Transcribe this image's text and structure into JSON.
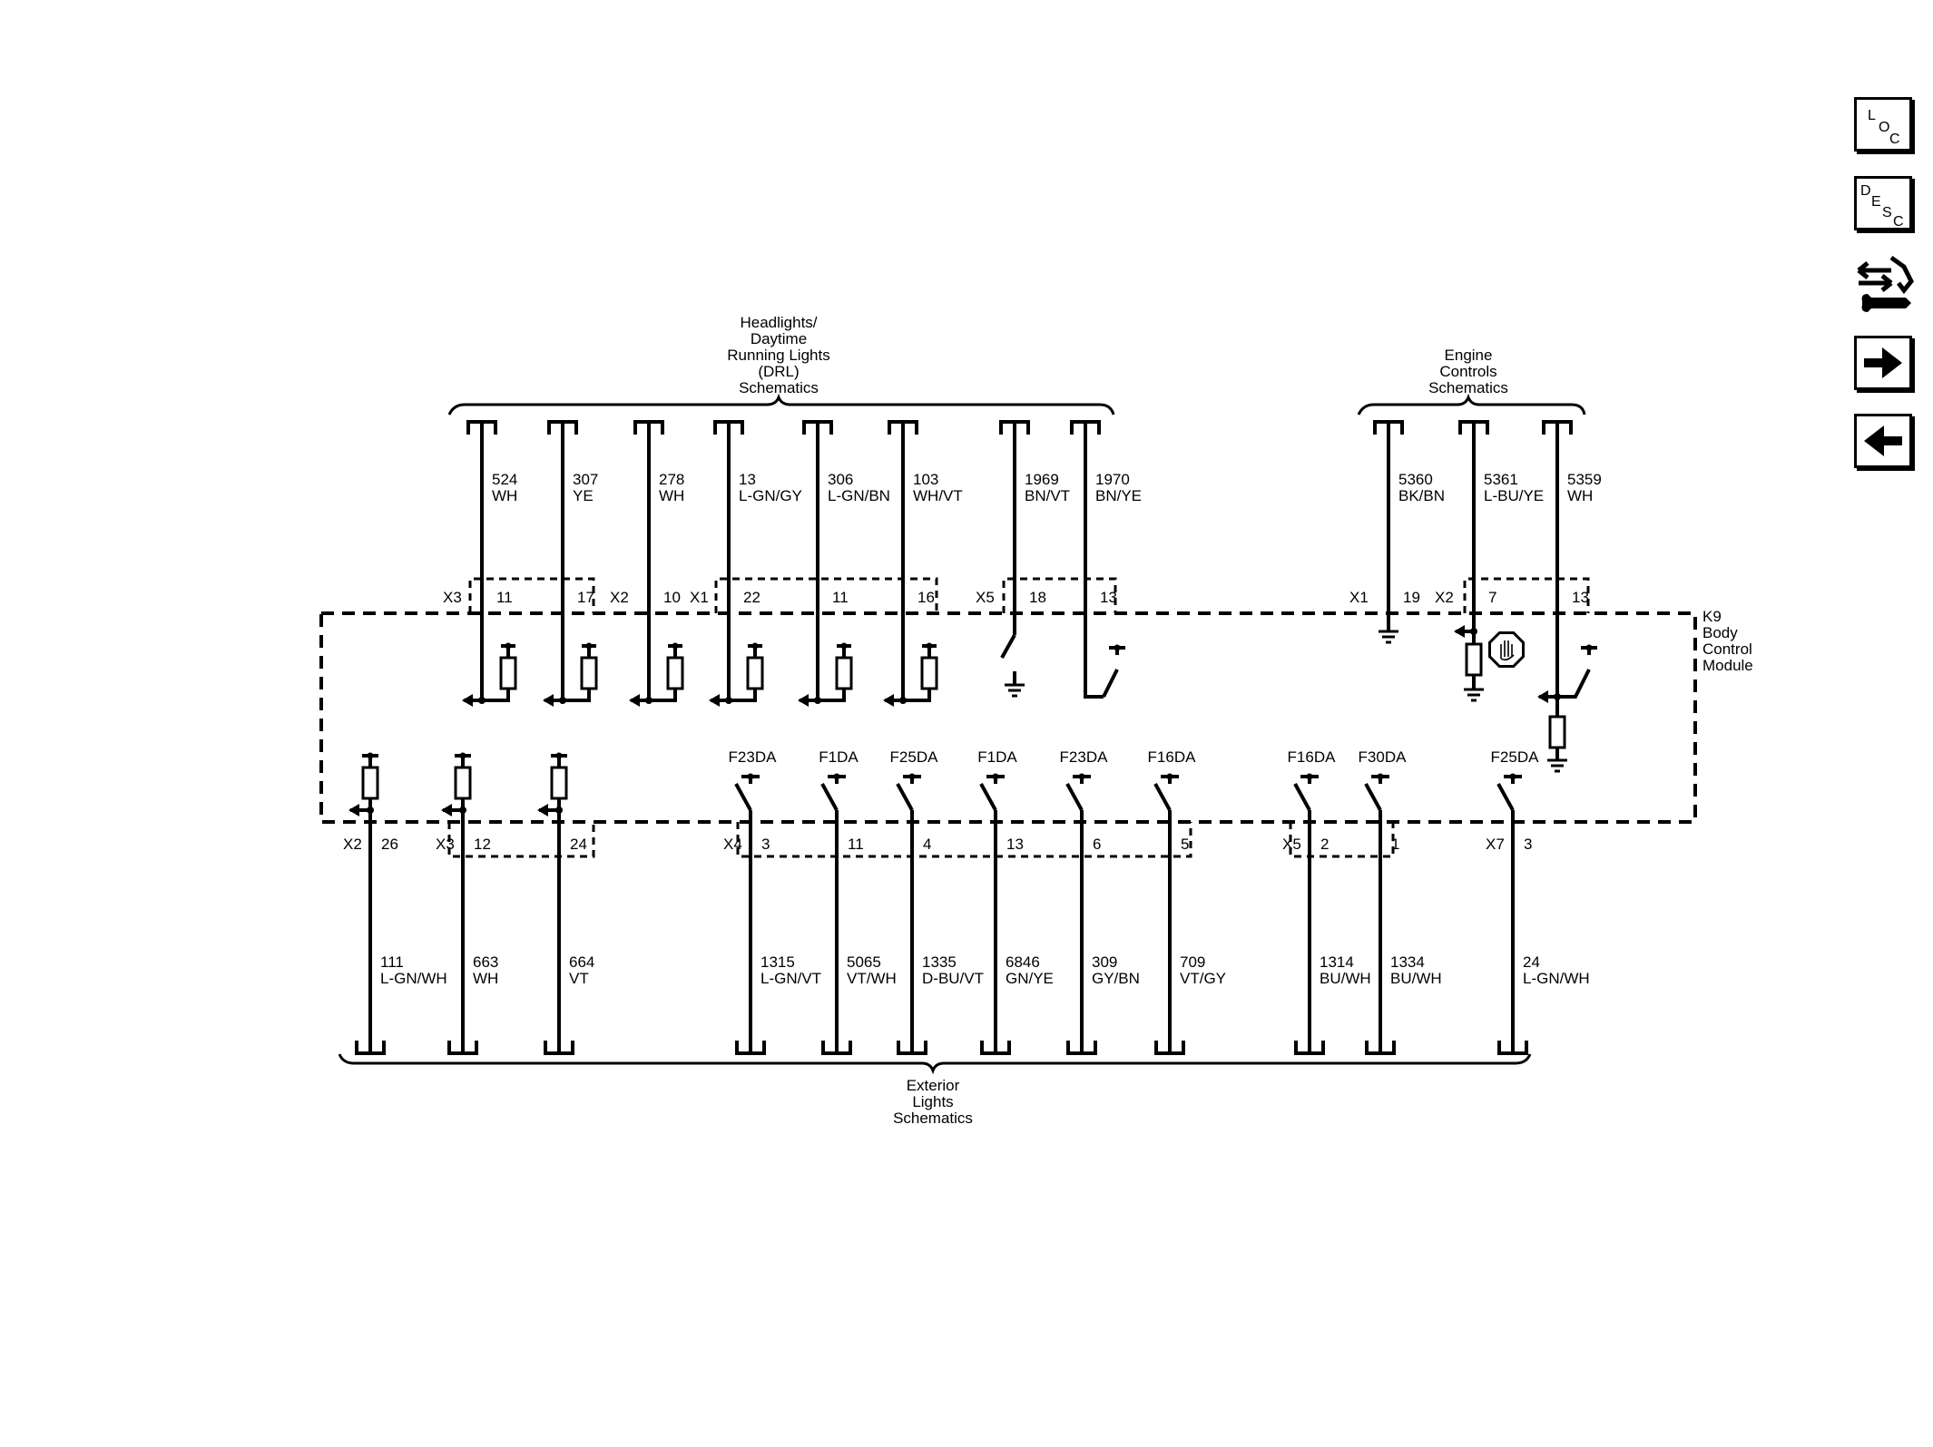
{
  "refs": {
    "top_left": [
      "Headlights/",
      "Daytime",
      "Running Lights",
      "(DRL)",
      "Schematics"
    ],
    "top_right": [
      "Engine",
      "Controls",
      "Schematics"
    ],
    "bottom": [
      "Exterior",
      "Lights",
      "Schematics"
    ]
  },
  "module": {
    "lines": [
      "K9",
      "Body",
      "Control",
      "Module"
    ]
  },
  "top_wires": [
    {
      "circuit": "524",
      "color": "WH",
      "connector": "X3",
      "pin": "11",
      "type": "input"
    },
    {
      "circuit": "307",
      "color": "YE",
      "connector": "",
      "pin": "17",
      "type": "input"
    },
    {
      "circuit": "278",
      "color": "WH",
      "connector": "X2",
      "pin": "10",
      "type": "input"
    },
    {
      "circuit": "13",
      "color": "L-GN/GY",
      "connector": "X1",
      "pin": "22",
      "type": "input"
    },
    {
      "circuit": "306",
      "color": "L-GN/BN",
      "connector": "",
      "pin": "11",
      "type": "input"
    },
    {
      "circuit": "103",
      "color": "WH/VT",
      "connector": "",
      "pin": "16",
      "type": "input"
    },
    {
      "circuit": "1969",
      "color": "BN/VT",
      "connector": "X5",
      "pin": "18",
      "type": "ground-switch"
    },
    {
      "circuit": "1970",
      "color": "BN/YE",
      "connector": "",
      "pin": "13",
      "type": "switch"
    },
    {
      "circuit": "5360",
      "color": "BK/BN",
      "connector": "X1",
      "pin": "19",
      "type": "ground"
    },
    {
      "circuit": "5361",
      "color": "L-BU/YE",
      "connector": "X2",
      "pin": "7",
      "type": "esd-input"
    },
    {
      "circuit": "5359",
      "color": "WH",
      "connector": "",
      "pin": "13",
      "type": "switch-input"
    }
  ],
  "bottom_wires": [
    {
      "circuit": "111",
      "color": "L-GN/WH",
      "connector": "X2",
      "pin": "26",
      "fuse": "",
      "type": "input"
    },
    {
      "circuit": "663",
      "color": "WH",
      "connector": "X3",
      "pin": "12",
      "fuse": "",
      "type": "input"
    },
    {
      "circuit": "664",
      "color": "VT",
      "connector": "",
      "pin": "24",
      "fuse": "",
      "type": "input"
    },
    {
      "circuit": "1315",
      "color": "L-GN/VT",
      "connector": "X4",
      "pin": "3",
      "fuse": "F23DA",
      "type": "output"
    },
    {
      "circuit": "5065",
      "color": "VT/WH",
      "connector": "",
      "pin": "11",
      "fuse": "F1DA",
      "type": "output"
    },
    {
      "circuit": "1335",
      "color": "D-BU/VT",
      "connector": "",
      "pin": "4",
      "fuse": "F25DA",
      "type": "output"
    },
    {
      "circuit": "6846",
      "color": "GN/YE",
      "connector": "",
      "pin": "13",
      "fuse": "F1DA",
      "type": "output"
    },
    {
      "circuit": "309",
      "color": "GY/BN",
      "connector": "",
      "pin": "6",
      "fuse": "F23DA",
      "type": "output"
    },
    {
      "circuit": "709",
      "color": "VT/GY",
      "connector": "",
      "pin": "5",
      "fuse": "F16DA",
      "type": "output"
    },
    {
      "circuit": "1314",
      "color": "BU/WH",
      "connector": "X5",
      "pin": "2",
      "fuse": "F16DA",
      "type": "output"
    },
    {
      "circuit": "1334",
      "color": "BU/WH",
      "connector": "",
      "pin": "1",
      "fuse": "F30DA",
      "type": "output"
    },
    {
      "circuit": "24",
      "color": "L-GN/WH",
      "connector": "X7",
      "pin": "3",
      "fuse": "F25DA",
      "type": "output"
    }
  ],
  "sidebar": {
    "loc": {
      "l1": "L",
      "l2": "O",
      "l3": "C"
    },
    "desc": {
      "l1": "D",
      "l2": "E",
      "l3": "S",
      "l4": "C"
    },
    "icons": [
      "loc-icon",
      "desc-icon",
      "diagnostic-wrench-icon",
      "arrow-right-icon",
      "arrow-left-icon"
    ]
  }
}
